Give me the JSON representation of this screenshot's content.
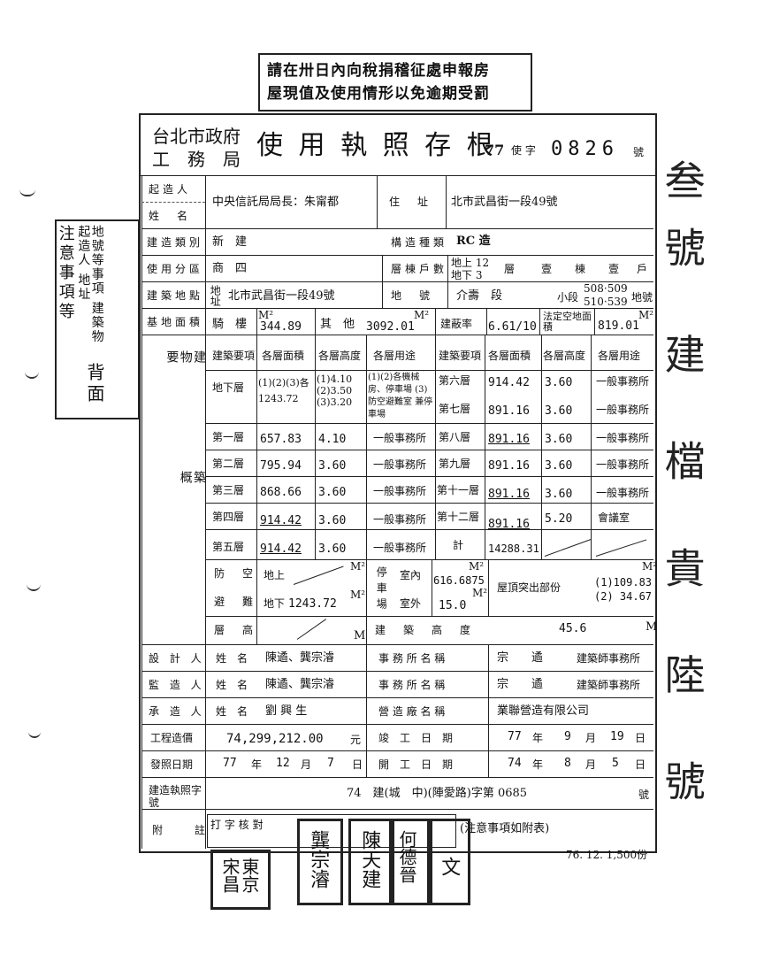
{
  "notice_stamp": {
    "line1": "請在卅日內向稅捐稽征處申報房",
    "line2": "屋現值及使用情形以免逾期受罰"
  },
  "header": {
    "agency": "台北市政府",
    "bureau": "工　務　局",
    "title": "使 用 執 照 存 根",
    "year": "77",
    "prefix": "使 字",
    "number": "0826",
    "suffix": "號"
  },
  "side_notes": {
    "notes_label": "注意事項等",
    "detail": "地號等事項 建築物起造人 地址",
    "back_label": "背面"
  },
  "right_margin": {
    "text": "叁號 建 檔 貴 陸 號"
  },
  "owner": {
    "label_a": "起造人",
    "label_b": "姓　名",
    "name": "中央信託局局長：朱甯都",
    "addr_label": "住　址",
    "address": "北市武昌街一段49號"
  },
  "building_type": {
    "label": "建造類別",
    "value": "新　建",
    "structure_label": "構造種類",
    "structure_value": "RC 造"
  },
  "zone": {
    "label": "使用分區",
    "value": "商　四",
    "floors_label": "層棟戶數",
    "above": "地上 12",
    "below": "地下 3",
    "floor_unit": "層",
    "bldg_count": "壹",
    "bldg_unit": "棟",
    "unit_count": "壹",
    "unit_unit": "戶"
  },
  "site": {
    "label": "建築地點",
    "sub": "地址",
    "value": "北市武昌街一段49號",
    "lot_label": "地　號",
    "section": "介壽　段",
    "lots_a": "508‧509",
    "lots_b": "510‧539",
    "small_sec": "小段",
    "lot_suffix": "地號"
  },
  "area": {
    "label": "基地面積",
    "sub1": "騎　樓",
    "unit": "M²",
    "arcade": "344.89",
    "sub2": "其　他",
    "other": "3092.01",
    "coverage_label": "建蔽率",
    "coverage": "6.61/10",
    "legal_label": "法定空地面積",
    "legal": "819.01"
  },
  "floors_header": {
    "section": "建　築　物　概　要",
    "col1": "建築要項",
    "col2": "各層面積",
    "col3": "各層高度",
    "col4": "各層用途"
  },
  "floors_left": [
    {
      "name": "地下層",
      "area": "(1)(2)(3)各 1243.72",
      "height": "(1)4.10 (2)3.50 (3)3.20",
      "use": "(1)(2)各機械房、停車場 (3)防空避難室 兼停車場"
    },
    {
      "name": "第一層",
      "area": "657.83",
      "height": "4.10",
      "use": "一般事務所"
    },
    {
      "name": "第二層",
      "area": "795.94",
      "height": "3.60",
      "use": "一般事務所"
    },
    {
      "name": "第三層",
      "area": "868.66",
      "height": "3.60",
      "use": "一般事務所"
    },
    {
      "name": "第四層",
      "area": "914.42",
      "height": "3.60",
      "use": "一般事務所"
    },
    {
      "name": "第五層",
      "area": "914.42",
      "height": "3.60",
      "use": "一般事務所"
    }
  ],
  "floors_right": [
    {
      "name": "第六層",
      "area": "914.42",
      "height": "3.60",
      "use": "一般事務所"
    },
    {
      "name": "第七層",
      "area": "891.16",
      "height": "3.60",
      "use": "一般事務所"
    },
    {
      "name": "第八層",
      "area": "891.16",
      "height": "3.60",
      "use": "一般事務所"
    },
    {
      "name": "第九層",
      "area": "891.16",
      "height": "3.60",
      "use": "一般事務所"
    },
    {
      "name": "第十一層",
      "area": "891.16",
      "height": "3.60",
      "use": "一般事務所"
    },
    {
      "name": "第十二層",
      "area": "891.16",
      "height": "5.20",
      "use": "會議室"
    },
    {
      "name": "計",
      "area": "14288.31",
      "height": "",
      "use": ""
    }
  ],
  "shelter": {
    "label1": "防　空",
    "label2": "避　難",
    "above": "地上",
    "below": "地下",
    "below_val": "1243.72",
    "parking_label": "停車場",
    "indoor": "室內",
    "indoor_val": "616.6875",
    "outdoor": "室外",
    "outdoor_val": "15.0",
    "roof_label": "屋頂突出部份",
    "roof1": "(1)109.83",
    "roof2": "(2) 34.67"
  },
  "height_row": {
    "label": "層　高",
    "bld_height_label": "建　築　高　度",
    "bld_height": "45.6",
    "unit": "M"
  },
  "designer": {
    "label": "設 計 人",
    "name_label": "姓　名",
    "name": "陳遹、龔宗濬",
    "office_label": "事 務 所 名 稱",
    "office": "宗　　遹",
    "office_type": "建築師事務所"
  },
  "supervisor": {
    "label": "監 造 人",
    "name_label": "姓　名",
    "name": "陳遹、龔宗濬",
    "office_label": "事 務 所 名 稱",
    "office": "宗　　遹",
    "office_type": "建築師事務所"
  },
  "contractor": {
    "label": "承 造 人",
    "name_label": "姓　名",
    "name": "劉 興 生",
    "company_label": "營 造 廠 名 稱",
    "company": "業聯營造有限公司"
  },
  "cost": {
    "label": "工程造價",
    "value": "74,299,212.00",
    "unit": "元",
    "done_label": "竣　工　日　期",
    "done_y": "77",
    "done_m": "9",
    "done_d": "19"
  },
  "issue": {
    "label": "發照日期",
    "y": "77",
    "m": "12",
    "d": "7",
    "start_label": "開　工　日　期",
    "start_y": "74",
    "start_m": "8",
    "start_d": "5",
    "ymd": [
      "年",
      "月",
      "日"
    ]
  },
  "permit": {
    "label": "建造執照字號",
    "value": "74　建(城　中)(陣愛路)字第 0685",
    "suffix": "號"
  },
  "remarks": {
    "label": "附　　註",
    "stamp_header": "打 字 核 對",
    "note": "(注意事項如附表)"
  },
  "footer": {
    "print_info": "76. 12. 1,500份"
  },
  "seals": {
    "seal1": "東京 宋昌",
    "seal2": "龔宗濬",
    "seal3": "陳天建",
    "seal4": "何德晉",
    "seal5": "文"
  }
}
